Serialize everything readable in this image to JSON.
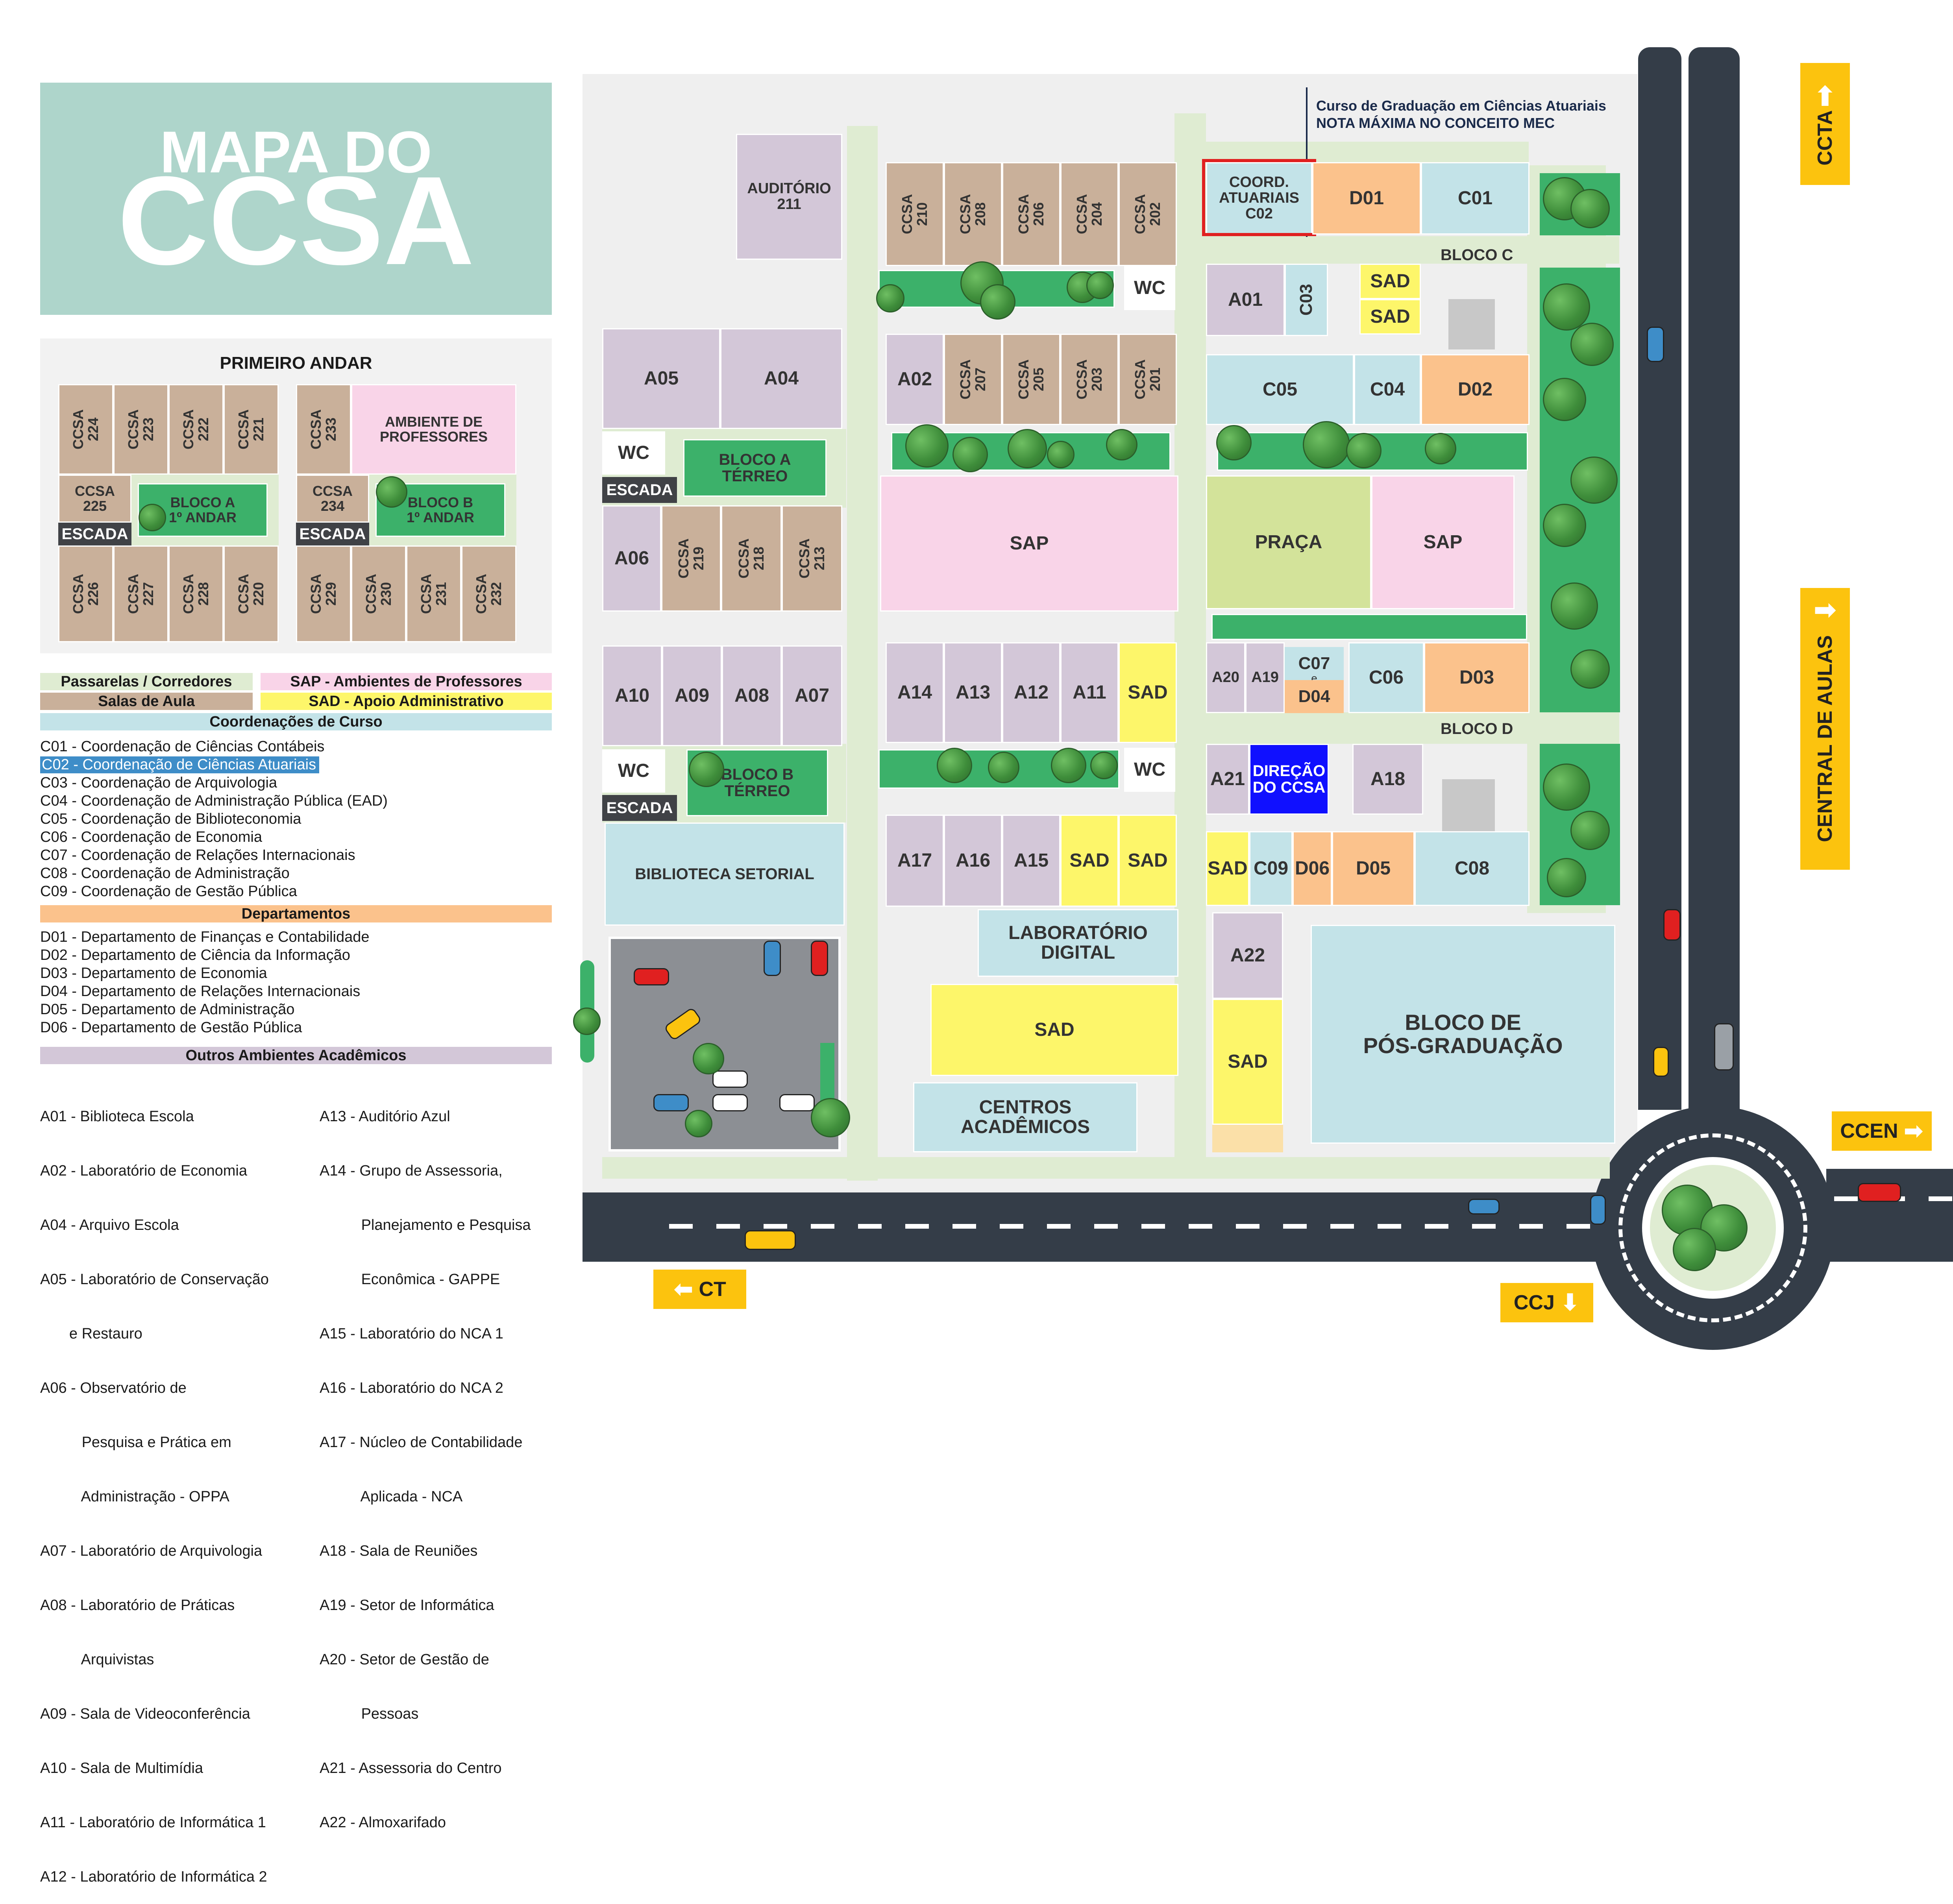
{
  "title": {
    "line1": "MAPA DO",
    "line2": "CCSA"
  },
  "first_floor": {
    "title": "PRIMEIRO ANDAR",
    "rooms": [
      "CCSA\n224",
      "CCSA\n223",
      "CCSA\n222",
      "CCSA\n221",
      "CCSA\n233",
      "CCSA\n226",
      "CCSA\n227",
      "CCSA\n228",
      "CCSA\n220",
      "CCSA\n229",
      "CCSA\n230",
      "CCSA\n231",
      "CCSA\n232"
    ],
    "ccsa225": "CCSA\n225",
    "ccsa234": "CCSA\n234",
    "ambiente": "AMBIENTE DE\nPROFESSORES",
    "bloco_a": "BLOCO A\n1º ANDAR",
    "bloco_b": "BLOCO B\n1º ANDAR",
    "escada": "ESCADA"
  },
  "legend": {
    "passarelas": "Passarelas / Corredores",
    "sap": "SAP - Ambientes de Professores",
    "salas": "Salas de Aula",
    "sad": "SAD - Apoio Administrativo",
    "coord_header": "Coordenações de Curso",
    "coordenacoes": [
      "C01 - Coordenação de Ciências Contábeis",
      "C02 - Coordenação de Ciências Atuariais",
      "C03 - Coordenação de Arquivologia",
      "C04 - Coordenação de Administração Pública (EAD)",
      "C05 - Coordenação de Biblioteconomia",
      "C06 - Coordenação de Economia",
      "C07 - Coordenação de Relações Internacionais",
      "C08 - Coordenação de Administração",
      "C09 - Coordenação de Gestão Pública"
    ],
    "dept_header": "Departamentos",
    "departamentos": [
      "D01 - Departamento de Finanças e Contabilidade",
      "D02 - Departamento de Ciência da Informação",
      "D03 - Departamento de Economia",
      "D04 - Departamento de Relações Internacionais",
      "D05 - Departamento de Administração",
      "D06 - Departamento de Gestão Pública"
    ],
    "outros_header": "Outros Ambientes Acadêmicos",
    "outros_left": [
      "A01 - Biblioteca Escola",
      "A02 - Laboratório de Economia",
      "A04 - Arquivo Escola",
      "A05 - Laboratório de Conservação",
      "       e Restauro",
      "A06 - Observatório de",
      "          Pesquisa e Prática em",
      "          Administração - OPPA",
      "A07 - Laboratório de Arquivologia",
      "A08 - Laboratório de Práticas",
      "          Arquivistas",
      "A09 - Sala de Videoconferência",
      "A10 - Sala de Multimídia",
      "A11 - Laboratório de Informática 1",
      "A12 - Laboratório de Informática 2"
    ],
    "outros_right": [
      "A13 - Auditório Azul",
      "A14 - Grupo de Assessoria,",
      "          Planejamento e Pesquisa",
      "          Econômica - GAPPE",
      "A15 - Laboratório do NCA 1",
      "A16 - Laboratório do NCA 2",
      "A17 - Núcleo de Contabilidade",
      "          Aplicada - NCA",
      "A18 - Sala de Reuniões",
      "A19 - Setor de Informática",
      "A20 - Setor de Gestão de",
      "          Pessoas",
      "A21 - Assessoria do Centro",
      "A22 - Almoxarifado"
    ]
  },
  "callout": {
    "line1": "Curso de Graduação em Ciências Atuariais",
    "line2": "NOTA MÁXIMA NO CONCEITO MEC"
  },
  "map": {
    "auditorio": "AUDITÓRIO\n211",
    "ccsa_top": [
      "CCSA\n210",
      "CCSA\n208",
      "CCSA\n206",
      "CCSA\n204",
      "CCSA\n202"
    ],
    "ccsa_mid": [
      "CCSA\n207",
      "CCSA\n205",
      "CCSA\n203",
      "CCSA\n201"
    ],
    "ccsa_a": [
      "CCSA\n219",
      "CCSA\n218",
      "CCSA\n213"
    ],
    "coord_c02": "COORD.\nATUARIAIS\nC02",
    "d01": "D01",
    "c01": "C01",
    "bloco_c": "BLOCO C",
    "wc": "WC",
    "a01": "A01",
    "c03": "C03",
    "sad": "SAD",
    "a05": "A05",
    "a04": "A04",
    "a02": "A02",
    "c05": "C05",
    "c04": "C04",
    "d02": "D02",
    "bloco_a_terreo": "BLOCO A\nTÉRREO",
    "escada": "ESCADA",
    "a06": "A06",
    "sap": "SAP",
    "praca": "PRAÇA",
    "a10": "A10",
    "a09": "A09",
    "a08": "A08",
    "a07": "A07",
    "a14": "A14",
    "a13": "A13",
    "a12": "A12",
    "a11": "A11",
    "a20": "A20",
    "a19": "A19",
    "c07": "C07",
    "e": "e",
    "d04": "D04",
    "c06": "C06",
    "d03": "D03",
    "bloco_d": "BLOCO D",
    "bloco_b_terreo": "BLOCO B\nTÉRREO",
    "a21": "A21",
    "direcao": "DIREÇÃO\nDO CCSA",
    "a18": "A18",
    "biblioteca": "BIBLIOTECA SETORIAL",
    "a17": "A17",
    "a16": "A16",
    "a15": "A15",
    "c09": "C09",
    "d06": "D06",
    "d05": "D05",
    "c08": "C08",
    "lab_digital": "LABORATÓRIO\nDIGITAL",
    "a22": "A22",
    "pos": "BLOCO DE\nPÓS-GRADUAÇÃO",
    "centros": "CENTROS\nACADÊMICOS"
  },
  "signs": {
    "ccta": "CCTA",
    "central": "CENTRAL DE AULAS",
    "ccen": "CCEN",
    "ct": "CT",
    "ccj": "CCJ"
  },
  "colors": {
    "title_bg": "#aed5cb",
    "highlight": "#3e8dc8",
    "red_box": "#e02020",
    "direcao": "#1010ff",
    "road": "#343d48",
    "sign": "#fcc30e"
  }
}
